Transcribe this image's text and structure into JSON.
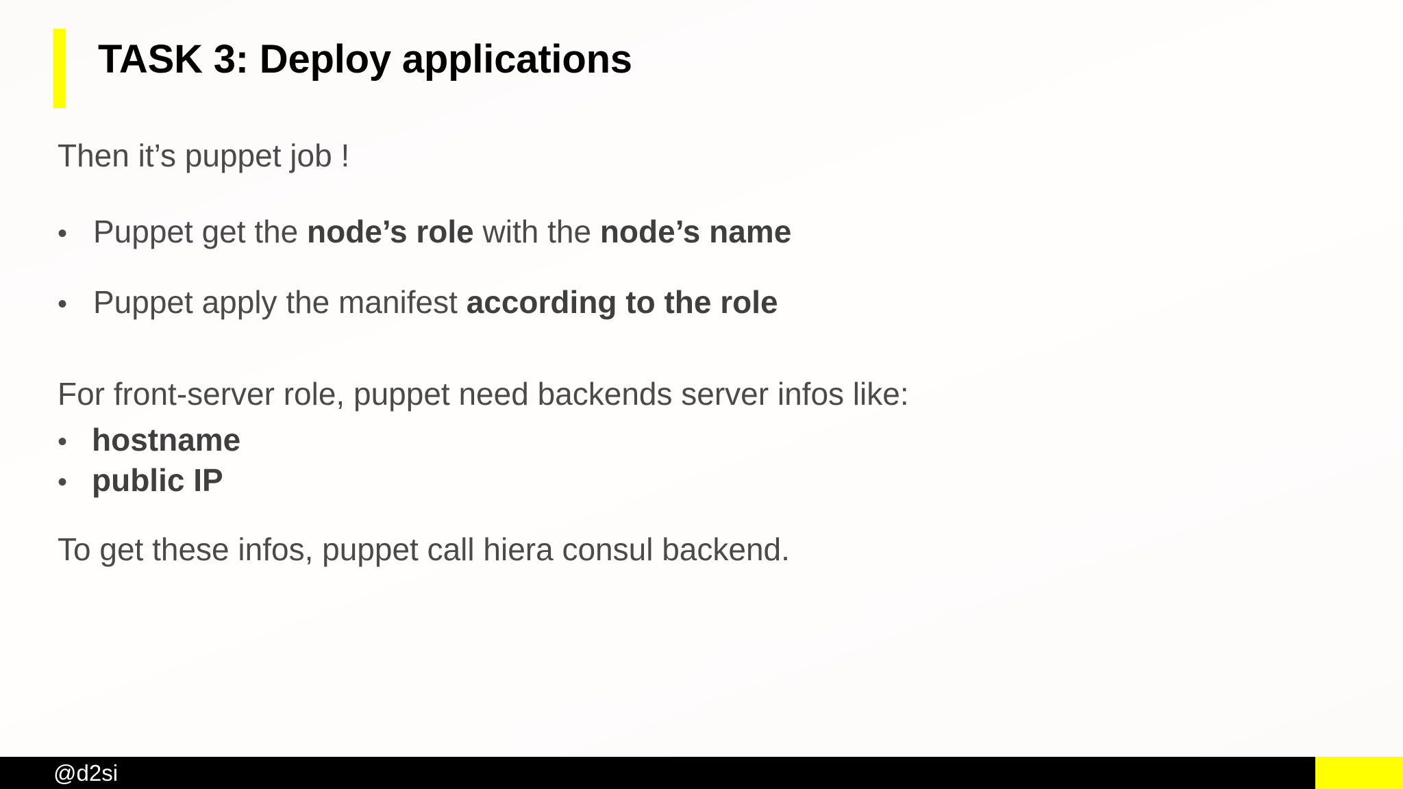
{
  "slide": {
    "title": "TASK 3: Deploy applications",
    "accent_color": "#ffff00",
    "text_color": "#4a4a4a",
    "background_color": "#fdfcfb",
    "intro": "Then it’s puppet job !",
    "bullets": [
      {
        "marker": "•",
        "parts": [
          {
            "text": "Puppet get the ",
            "bold": false
          },
          {
            "text": "node’s role",
            "bold": true
          },
          {
            "text": " with the ",
            "bold": false
          },
          {
            "text": "node’s name",
            "bold": true
          }
        ]
      },
      {
        "marker": "•",
        "parts": [
          {
            "text": "Puppet apply the manifest ",
            "bold": false
          },
          {
            "text": "according to the role",
            "bold": true
          }
        ]
      }
    ],
    "front_server_intro": "For front-server role, puppet need backends server infos like:",
    "front_server_items": [
      {
        "marker": "•",
        "label": "hostname"
      },
      {
        "marker": "•",
        "label": "public IP"
      }
    ],
    "closing": "To get these infos, puppet call hiera consul backend."
  },
  "footer": {
    "handle": "@d2si",
    "bar_color": "#000000",
    "accent_color": "#ffff00"
  }
}
